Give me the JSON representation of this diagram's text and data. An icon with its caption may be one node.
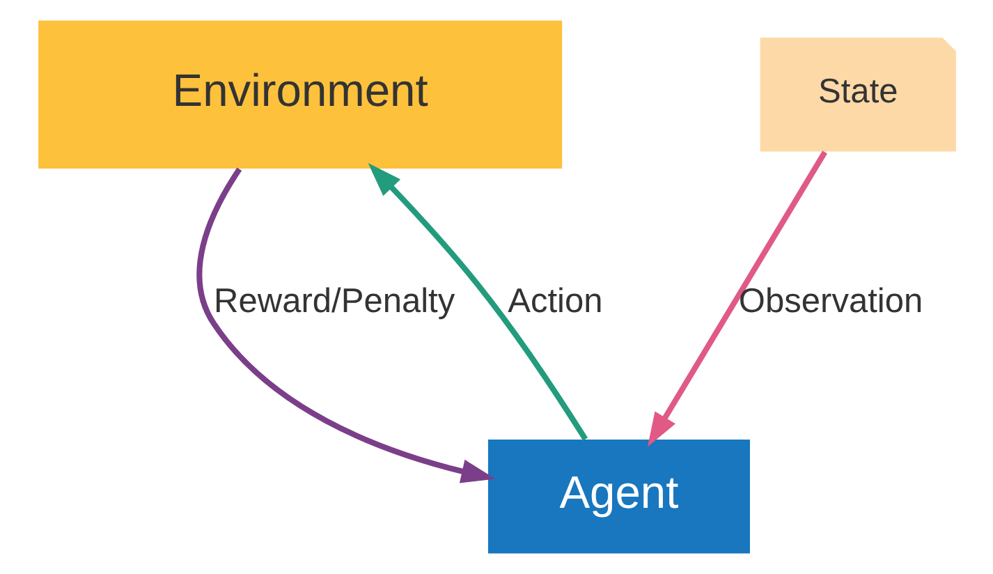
{
  "diagram": {
    "nodes": [
      {
        "text": [
          "Environment"
        ]
      },
      {
        "text": [
          "State"
        ]
      },
      {
        "text": [
          "Agent"
        ]
      }
    ],
    "edges": [
      {
        "from": 0,
        "to": 2,
        "arrow": "to",
        "label": "Reward/Penalty",
        "color": "#7b3f8a"
      },
      {
        "from": 1,
        "to": 2,
        "arrow": "to",
        "label": "Observation",
        "color": "#e05a85"
      },
      {
        "from": 2,
        "to": 0,
        "arrow": "to",
        "label": "Action",
        "color": "#239b7d"
      }
    ]
  }
}
